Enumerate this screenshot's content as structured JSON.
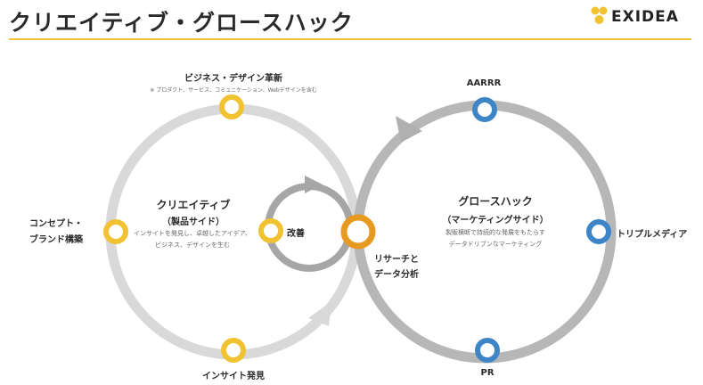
{
  "header": {
    "title": "クリエイティブ・グロースハック",
    "logo_text": "EXIDEA",
    "accent_color": "#f1c232"
  },
  "left_cycle": {
    "title": "クリエイティブ",
    "subtitle": "（製品サイド）",
    "desc_line1": "インサイトを発見し、卓越したアイデア、",
    "desc_line2": "ビジネス、デザインを生む",
    "ring_color": "#d9d9d9",
    "node_color": "#f1c232",
    "nodes": {
      "top": "ビジネス・デザイン革新",
      "top_note": "※ プロダクト、サービス、コミュニケーション、Webデザインを含む",
      "left_line1": "コンセプト・",
      "left_line2": "ブランド構築",
      "bottom": "インサイト発見",
      "inner": "改善"
    }
  },
  "center_node": {
    "label_line1": "リサーチと",
    "label_line2": "データ分析",
    "color": "#e69a1f"
  },
  "right_cycle": {
    "title": "グロースハック",
    "subtitle": "（マーケティングサイド）",
    "desc_line1": "製販横断で持続的な発展をもたらす",
    "desc_line2": "データドリブンなマーケティング",
    "ring_color": "#b7b7b7",
    "node_color": "#3d85c6",
    "nodes": {
      "top": "AARRR",
      "right": "トリプルメディア",
      "bottom": "PR"
    }
  }
}
